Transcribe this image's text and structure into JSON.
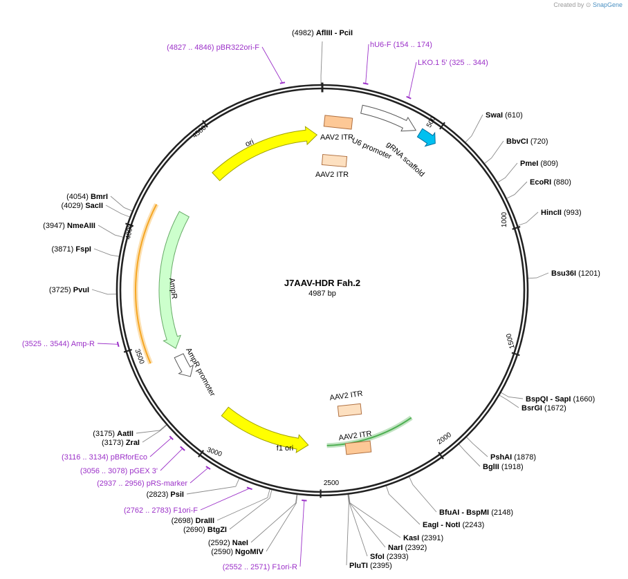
{
  "credit": {
    "prefix": "Created by",
    "brand": "SnapGene"
  },
  "plasmid": {
    "name": "J7AAV-HDR Fah.2",
    "length_label": "4987 bp",
    "length": 4987
  },
  "ticks": [
    {
      "pos": 500,
      "label": "500"
    },
    {
      "pos": 1000,
      "label": "1000"
    },
    {
      "pos": 1500,
      "label": "1500"
    },
    {
      "pos": 2000,
      "label": "2000"
    },
    {
      "pos": 2500,
      "label": "2500"
    },
    {
      "pos": 3000,
      "label": "3000"
    },
    {
      "pos": 3500,
      "label": "3500"
    },
    {
      "pos": 4000,
      "label": "4000"
    },
    {
      "pos": 4500,
      "label": "4500"
    }
  ],
  "enzymes": [
    {
      "pos": 4982,
      "name": "AflIII",
      "extra": "- PciI",
      "coord": "(4982)"
    },
    {
      "pos": 610,
      "name": "SwaI",
      "coord": "(610)"
    },
    {
      "pos": 720,
      "name": "BbvCI",
      "coord": "(720)"
    },
    {
      "pos": 809,
      "name": "PmeI",
      "coord": "(809)"
    },
    {
      "pos": 880,
      "name": "EcoRI",
      "coord": "(880)"
    },
    {
      "pos": 993,
      "name": "HincII",
      "coord": "(993)"
    },
    {
      "pos": 1201,
      "name": "Bsu36I",
      "coord": "(1201)"
    },
    {
      "pos": 1660,
      "name": "BspQI",
      "extra": "- SapI",
      "coord": "(1660)"
    },
    {
      "pos": 1672,
      "name": "BsrGI",
      "coord": "(1672)"
    },
    {
      "pos": 1878,
      "name": "PshAI",
      "coord": "(1878)"
    },
    {
      "pos": 1918,
      "name": "BglII",
      "coord": "(1918)"
    },
    {
      "pos": 2148,
      "name": "BfuAI",
      "extra": "- BspMI",
      "coord": "(2148)"
    },
    {
      "pos": 2243,
      "name": "EagI",
      "extra": "- NotI",
      "coord": "(2243)"
    },
    {
      "pos": 2391,
      "name": "KasI",
      "coord": "(2391)"
    },
    {
      "pos": 2392,
      "name": "NarI",
      "coord": "(2392)"
    },
    {
      "pos": 2393,
      "name": "SfoI",
      "coord": "(2393)"
    },
    {
      "pos": 2395,
      "name": "PluTI",
      "coord": "(2395)"
    },
    {
      "pos": 2590,
      "name": "NgoMIV",
      "coord": "(2590)"
    },
    {
      "pos": 2592,
      "name": "NaeI",
      "coord": "(2592)"
    },
    {
      "pos": 2690,
      "name": "BtgZI",
      "coord": "(2690)"
    },
    {
      "pos": 2698,
      "name": "DraIII",
      "coord": "(2698)"
    },
    {
      "pos": 2823,
      "name": "PsiI",
      "coord": "(2823)"
    },
    {
      "pos": 3173,
      "name": "ZraI",
      "coord": "(3173)"
    },
    {
      "pos": 3175,
      "name": "AatII",
      "coord": "(3175)"
    },
    {
      "pos": 3725,
      "name": "PvuI",
      "coord": "(3725)"
    },
    {
      "pos": 3871,
      "name": "FspI",
      "coord": "(3871)"
    },
    {
      "pos": 3947,
      "name": "NmeAIII",
      "coord": "(3947)"
    },
    {
      "pos": 4029,
      "name": "SacII",
      "coord": "(4029)"
    },
    {
      "pos": 4054,
      "name": "BmrI",
      "coord": "(4054)"
    }
  ],
  "primers": [
    {
      "start": 4827,
      "end": 4846,
      "name": "pBR322ori-F",
      "range": "(4827 .. 4846)"
    },
    {
      "start": 154,
      "end": 174,
      "name": "hU6-F",
      "range": "(154 .. 174)"
    },
    {
      "start": 325,
      "end": 344,
      "name": "LKO.1 5'",
      "range": "(325 .. 344)"
    },
    {
      "start": 3525,
      "end": 3544,
      "name": "Amp-R",
      "range": "(3525 .. 3544)"
    },
    {
      "start": 3116,
      "end": 3134,
      "name": "pBRforEco",
      "range": "(3116 .. 3134)"
    },
    {
      "start": 3056,
      "end": 3078,
      "name": "pGEX 3'",
      "range": "(3056 .. 3078)"
    },
    {
      "start": 2937,
      "end": 2956,
      "name": "pRS-marker",
      "range": "(2937 .. 2956)"
    },
    {
      "start": 2762,
      "end": 2783,
      "name": "F1ori-F",
      "range": "(2762 .. 2783)"
    },
    {
      "start": 2552,
      "end": 2571,
      "name": "F1ori-R",
      "range": "(2552 .. 2571)"
    }
  ],
  "features": [
    {
      "name": "ori",
      "label": "ori",
      "start": 4390,
      "end": 4960,
      "dir": 1,
      "color": "#ffff00",
      "stroke": "#a0a000"
    },
    {
      "name": "AmpR",
      "label": "AmpR",
      "start": 3440,
      "end": 4140,
      "dir": -1,
      "color": "#ccffcc",
      "stroke": "#66aa66"
    },
    {
      "name": "AmpR promoter",
      "label": "AmpR promoter",
      "start": 3280,
      "end": 3400,
      "dir": -1,
      "color": "#ffffff",
      "stroke": "#555555"
    },
    {
      "name": "f1 ori",
      "label": "f1 ori",
      "start": 2565,
      "end": 3030,
      "dir": -1,
      "color": "#ffff00",
      "stroke": "#a0a000"
    },
    {
      "name": "AAV2 ITR",
      "label": "AAV2 ITR",
      "start": 20,
      "end": 160,
      "dir": 0,
      "color": "#fdc896",
      "stroke": "#b07040"
    },
    {
      "name": "U6 promoter",
      "label": "U6 promoter",
      "start": 170,
      "end": 420,
      "dir": 1,
      "color": "#ffffff",
      "stroke": "#555555"
    },
    {
      "name": "gRNA scaffold",
      "label": "gRNA scaffold",
      "start": 440,
      "end": 520,
      "dir": 1,
      "color": "#00c0f0",
      "stroke": "#0070a0"
    },
    {
      "name": "AAV2 ITR",
      "label": "AAV2 ITR",
      "start": 2365,
      "end": 2475,
      "dir": 0,
      "color": "#fdc896",
      "stroke": "#b07040"
    }
  ],
  "inner_labels": [
    {
      "text": "AAV2 ITR"
    },
    {
      "text": "AAV2 ITR"
    }
  ],
  "colors": {
    "backbone": "#222222",
    "primer": "#9b30c8",
    "orf_highlight": "#f5a623",
    "ori": "#ffff00",
    "amp": "#ccffcc"
  }
}
